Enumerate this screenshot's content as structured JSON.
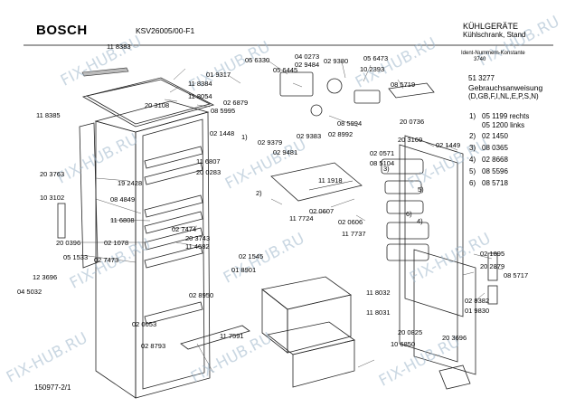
{
  "header": {
    "brand": "BOSCH",
    "model": "KSV26005/00-F1",
    "category": "KÜHLGERÄTE",
    "subtitle": "Kühlschrank, Stand",
    "ident_label": "Ident-Nummern-Konstante",
    "ident_value": "3740"
  },
  "manual": {
    "code": "51 3277",
    "title": "Gebrauchsanweisung",
    "langs": "(D,GB,F,I,NL,E,P,S,N)"
  },
  "legend": [
    {
      "num": "1)",
      "code": "05 1199 rechts"
    },
    {
      "num": "",
      "code": "05 1200 links"
    },
    {
      "num": "2)",
      "code": "02 1450"
    },
    {
      "num": "3)",
      "code": "08 0365"
    },
    {
      "num": "4)",
      "code": "02 8668"
    },
    {
      "num": "5)",
      "code": "08 5596"
    },
    {
      "num": "6)",
      "code": "08 5718"
    }
  ],
  "footer": {
    "doc_no": "150977-2/1"
  },
  "watermark": "FIX-HUB.RU",
  "parts": [
    "11 8383",
    "11 8384",
    "11 8385",
    "20 3108",
    "11 8054",
    "01 9317",
    "05 6330",
    "05 6445",
    "04 0273",
    "02 9484",
    "02 9380",
    "05 6473",
    "10 2393",
    "08 5719",
    "02 6879",
    "08 5995",
    "02 1448",
    "02 9379",
    "02 9481",
    "02 9383",
    "08 5994",
    "02 8992",
    "20 0736",
    "20 3160",
    "02 1449",
    "20 3763",
    "11 6807",
    "20 0283",
    "19 2428",
    "08 4849",
    "11 6808",
    "10 3102",
    "20 0396",
    "05 1533",
    "02 1078",
    "02 7473",
    "12 3696",
    "04 5032",
    "02 7474",
    "20 3743",
    "11 4682",
    "02 1545",
    "01 8901",
    "02 8950",
    "02 0053",
    "02 8793",
    "11 7591",
    "11 1918",
    "02 0607",
    "11 7724",
    "02 0606",
    "11 7737",
    "02 0571",
    "08 5104",
    "11 8032",
    "11 8031",
    "02 1895",
    "20 2879",
    "08 5717",
    "02 9382",
    "01 9830",
    "20 0825",
    "20 3696",
    "10 6850",
    "1)",
    "2)",
    "3)",
    "4)",
    "5)",
    "6)"
  ]
}
